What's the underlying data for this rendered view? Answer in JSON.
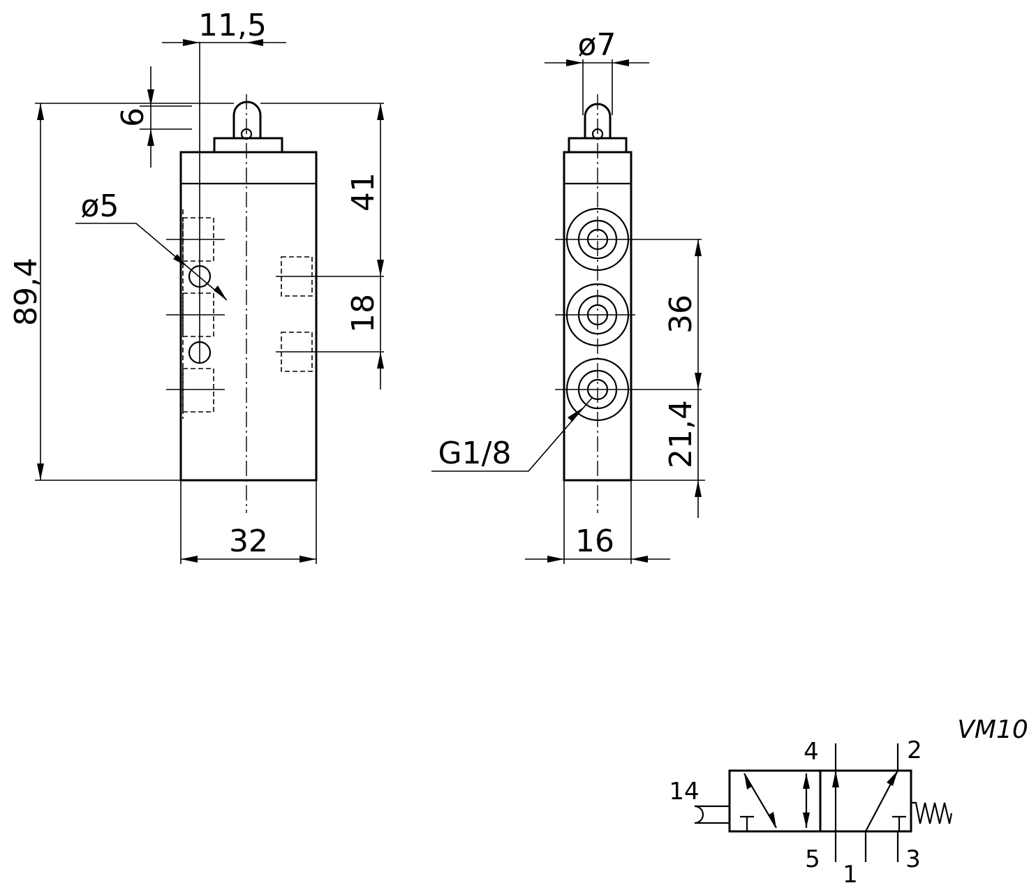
{
  "dimensions": {
    "top_offset": "11,5",
    "pin_height": "6",
    "plunger_dia": "ø5",
    "overall_height": "89,4",
    "upper_to_port": "41",
    "port_spacing_side": "18",
    "body_width": "32",
    "roller_dia": "ø7",
    "port_spacing_front": "36",
    "bottom_to_port": "21,4",
    "thread": "G1/8",
    "body_depth": "16"
  },
  "symbol": {
    "model": "VM10",
    "ports": {
      "p14": "14",
      "p4": "4",
      "p2": "2",
      "p5": "5",
      "p1": "1",
      "p3": "3"
    }
  }
}
